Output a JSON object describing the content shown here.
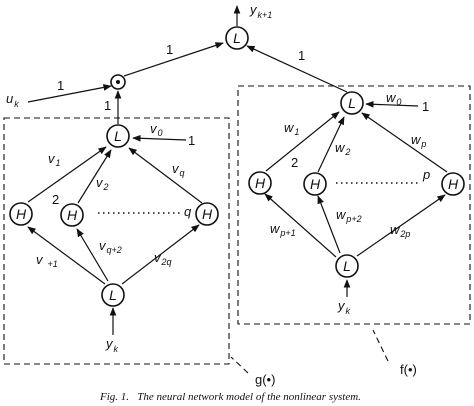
{
  "nodes": {
    "top_L": "L",
    "product_node": "⊙",
    "g_L_mid": "L",
    "g_H1": "H",
    "g_H2": "H",
    "g_Hq": "H",
    "g_L_bottom": "L",
    "f_L_top": "L",
    "f_H1": "H",
    "f_H2": "H",
    "f_Hp": "H",
    "f_L_bottom": "L"
  },
  "labels": {
    "y_k1_main": "y",
    "y_k1_sub": "k+1",
    "u_k_main": "u",
    "u_k_sub": "k",
    "w_one_left": "1",
    "w_one_right": "1",
    "w_one_uk": "1",
    "w_one_product": "1",
    "g_bias_one": "1",
    "g_v0_main": "v",
    "g_v0_sub": "0",
    "g_v1_main": "v",
    "g_v1_sub": "1",
    "g_v2_main": "v",
    "g_v2_sub": "2",
    "g_vq_main": "v",
    "g_vq_sub": "q",
    "g_vq2_main": "v",
    "g_vq2_sub": "q+2",
    "g_v2q_main": "v",
    "g_v2q_sub": "2q",
    "g_vq1_main": "v",
    "g_vq1_sub": "+1",
    "g_count_2": "2",
    "g_count_q": "q",
    "g_yk_main": "y",
    "g_yk_sub": "k",
    "f_bias_one": "1",
    "f_w0_main": "w",
    "f_w0_sub": "0",
    "f_w1_main": "w",
    "f_w1_sub": "1",
    "f_w2_main": "w",
    "f_w2_sub": "2",
    "f_wp_main": "w",
    "f_wp_sub": "p",
    "f_wp1_main": "w",
    "f_wp1_sub": "p+1",
    "f_wp2_main": "w",
    "f_wp2_sub": "p+2",
    "f_w2p_main": "w",
    "f_w2p_sub": "2p",
    "f_count_2": "2",
    "f_count_p": "p",
    "f_yk_main": "y",
    "f_yk_sub": "k",
    "g_fn": "g(•)",
    "f_fn": "f(•)"
  },
  "caption": "Fig. 1.   The neural network model of the nonlinear system."
}
